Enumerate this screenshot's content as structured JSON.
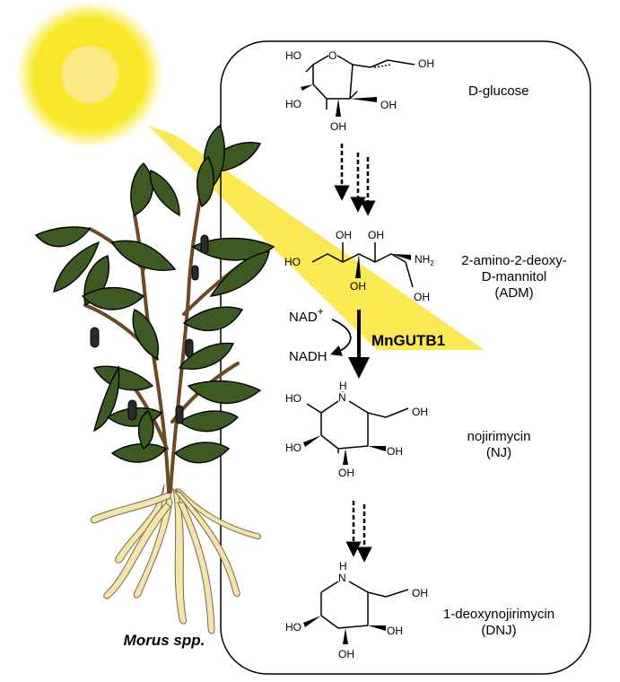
{
  "species": "Morus spp.",
  "compounds": [
    {
      "id": "glucose",
      "name": "D-glucose",
      "abbr": ""
    },
    {
      "id": "adm",
      "name_line1": "2-amino-2-deoxy-",
      "name_line2": "D-mannitol",
      "abbr": "(ADM)"
    },
    {
      "id": "nj",
      "name": "nojirimycin",
      "abbr": "(NJ)"
    },
    {
      "id": "dnj",
      "name": "1-deoxynojirimycin",
      "abbr": "(DNJ)"
    }
  ],
  "enzyme": {
    "name": "MnGUTB1",
    "cofactor_in": "NAD",
    "cofactor_in_sup": "+",
    "cofactor_out": "NADH"
  },
  "atoms": {
    "ho": "HO",
    "oh": "OH",
    "o": "O",
    "n": "N",
    "h": "H",
    "nh": "NH",
    "nh_sub": "2"
  },
  "colors": {
    "sun": "#f5e300",
    "beam": "#fbe84a",
    "leaf": "#3d5a22",
    "leaf_edge": "#000000",
    "root": "#f4e4b0",
    "stem": "#6b4a24",
    "fruit": "#2a2a2a"
  }
}
